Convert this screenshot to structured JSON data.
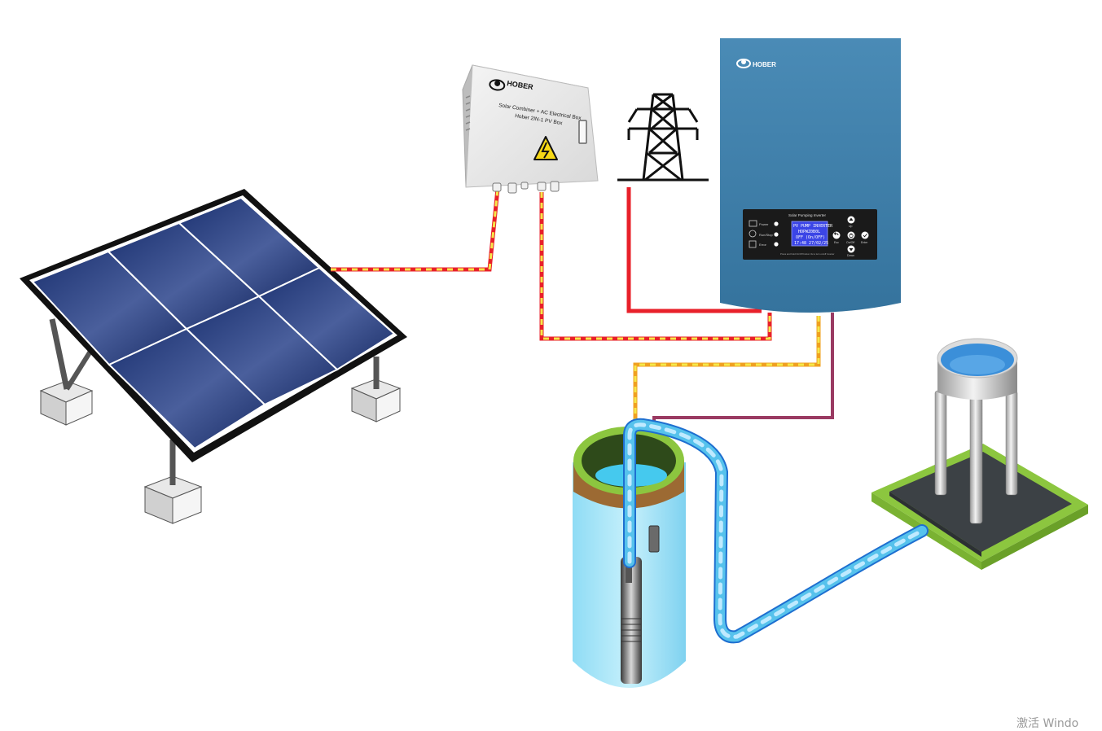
{
  "combiner_box": {
    "brand": "HOBER",
    "line1": "Solar Combiner + AC Electrical Box",
    "line2": "Hober 2IN-1 PV Box"
  },
  "inverter": {
    "brand": "HOBER",
    "panel_title": "Solar Pumping Inverter",
    "indicators": [
      "Power",
      "Run/Stop",
      "Error"
    ],
    "lcd_lines": [
      "PV PUMP INVERTER",
      "HOPWZ0B0L",
      "OFF (On/OFF)",
      "17:48 27/02/25"
    ],
    "buttons": {
      "up": "Up",
      "esc": "Esc",
      "onoff": "On/Off",
      "enter": "Enter",
      "down": "Down"
    },
    "footer": "Press and hold On/Off button 3s to turn on/off inverter"
  },
  "watermark": "激活 Windo",
  "colors": {
    "panel_blue": "#1f3a78",
    "inverter_blue": "#3f7fa8",
    "dc_red": "#e8202a",
    "dc_yellow": "#f5e84a",
    "ac_purple": "#9a3a62",
    "water_blue": "#5ec1ea",
    "grass_green": "#8cc63f"
  }
}
